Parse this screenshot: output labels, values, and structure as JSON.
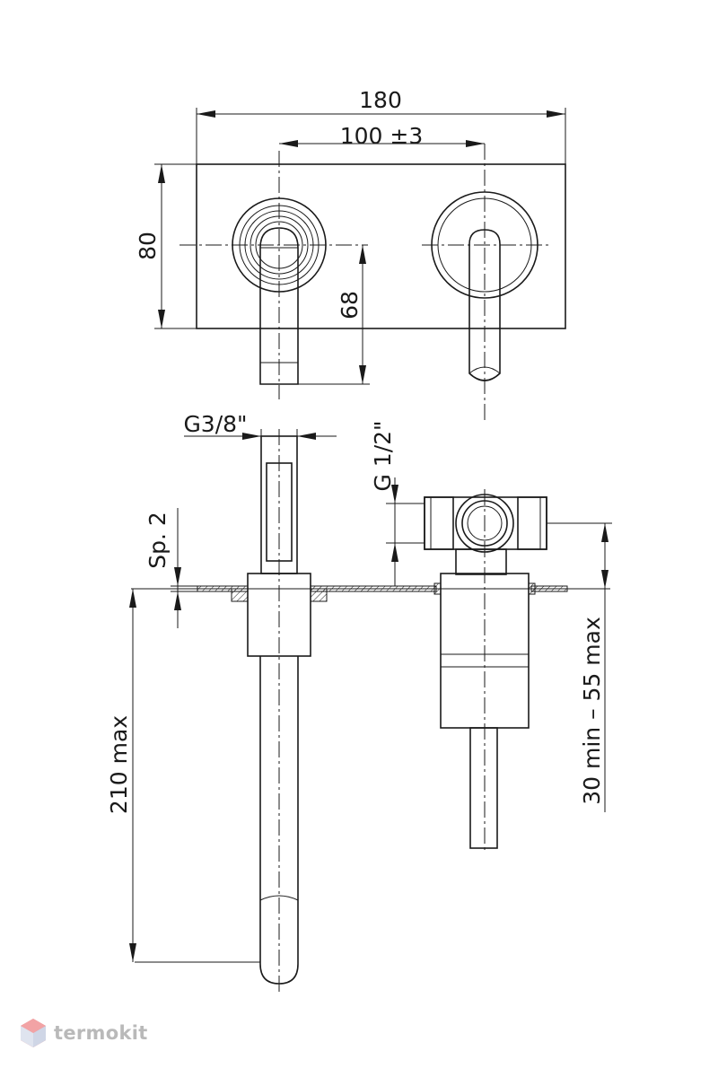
{
  "dimensions": {
    "total_width": "180",
    "spacing": "100 ±3",
    "plate_height": "80",
    "spout_drop": "68",
    "spout_thread": "G3/8\"",
    "inlet_thread": "G 1/2\"",
    "plate_thickness": "Sp. 2",
    "spout_length": "210 max",
    "wall_depth": "30 min – 55 max"
  },
  "logo": {
    "text": "termokit",
    "color": "#e8777a"
  }
}
